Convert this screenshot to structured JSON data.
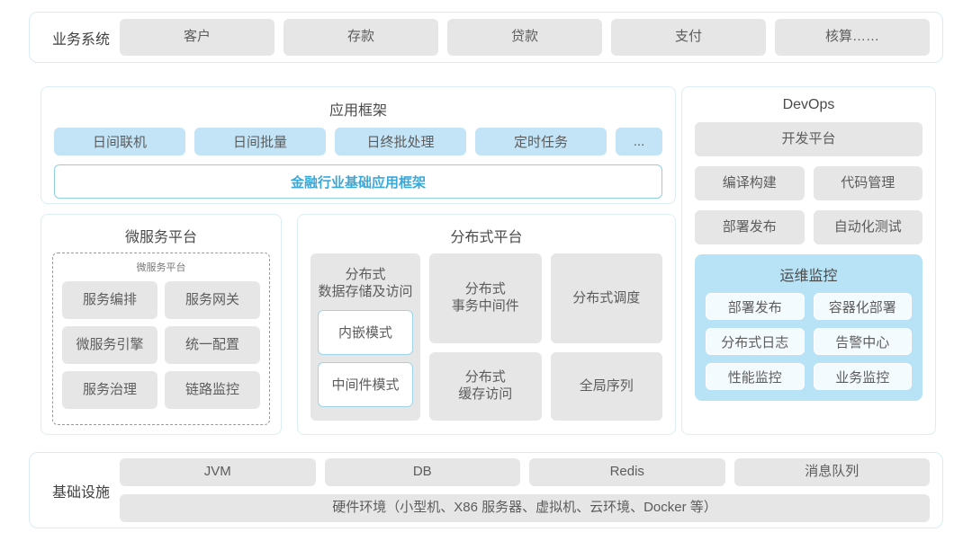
{
  "business_row": {
    "label": "业务系统",
    "items": [
      "客户",
      "存款",
      "贷款",
      "支付",
      "核算……"
    ]
  },
  "app_framework": {
    "title": "应用框架",
    "chips": [
      "日间联机",
      "日间批量",
      "日终批处理",
      "定时任务",
      "..."
    ],
    "banner": "金融行业基础应用框架"
  },
  "micro_platform": {
    "title": "微服务平台",
    "inner_title": "微服务平台",
    "items": [
      "服务编排",
      "服务网关",
      "微服务引擎",
      "统一配置",
      "服务治理",
      "链路监控"
    ]
  },
  "dist_platform": {
    "title": "分布式平台",
    "storage": {
      "title": "分布式\n数据存储及访问",
      "title_line1": "分布式",
      "title_line2": "数据存储及访问",
      "modes": [
        "内嵌模式",
        "中间件模式"
      ]
    },
    "col_b": {
      "top_line1": "分布式",
      "top_line2": "事务中间件",
      "bottom_line1": "分布式",
      "bottom_line2": "缓存访问"
    },
    "col_c": {
      "top": "分布式调度",
      "bottom": "全局序列"
    }
  },
  "devops": {
    "title": "DevOps",
    "dev_platform": "开发平台",
    "row1": [
      "编译构建",
      "代码管理"
    ],
    "row2": [
      "部署发布",
      "自动化测试"
    ],
    "ops_monitor": {
      "title": "运维监控",
      "items": [
        "部署发布",
        "容器化部署",
        "分布式日志",
        "告警中心",
        "性能监控",
        "业务监控"
      ]
    }
  },
  "infra_row": {
    "label": "基础设施",
    "items": [
      "JVM",
      "DB",
      "Redis",
      "消息队列"
    ],
    "hardware": "硬件环境（小型机、X86 服务器、虚拟机、云环境、Docker 等）"
  },
  "colors": {
    "chip_grey": "#e6e6e6",
    "chip_blue": "#c3e4f6",
    "accent_blue": "#3aa8d8",
    "card_border": "#d9ecf2",
    "ops_monitor_bg": "#b8e2f5",
    "text": "#5c5c5c"
  }
}
